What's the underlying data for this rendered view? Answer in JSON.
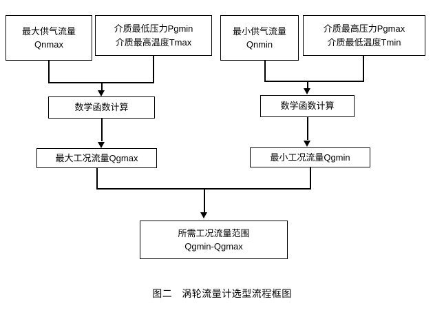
{
  "diagram": {
    "title_caption": {
      "number": "图二",
      "text": "涡轮流量计选型流程框图"
    },
    "nodes": {
      "src_qnmax": {
        "line1": "最大供气流量",
        "line2": "Qnmax"
      },
      "src_pgmin": {
        "line1": "介质最低压力Pgmin",
        "line2": "介质最高温度Tmax"
      },
      "src_qnmin": {
        "line1": "最小供气流量",
        "line2": "Qnmin"
      },
      "src_pgmax": {
        "line1": "介质最高压力Pgmax",
        "line2": "介质最低温度Tmin"
      },
      "calc_left": {
        "line1": "数学函数计算"
      },
      "calc_right": {
        "line1": "数学函数计算"
      },
      "qgmax": {
        "line1": "最大工况流量Qgmax"
      },
      "qgmin": {
        "line1": "最小工况流量Qgmin"
      },
      "result": {
        "line1": "所需工况流量范围",
        "line2": "Qgmin-Qgmax"
      }
    },
    "colors": {
      "background": "#ffffff",
      "stroke": "#000000",
      "text": "#000000"
    }
  }
}
